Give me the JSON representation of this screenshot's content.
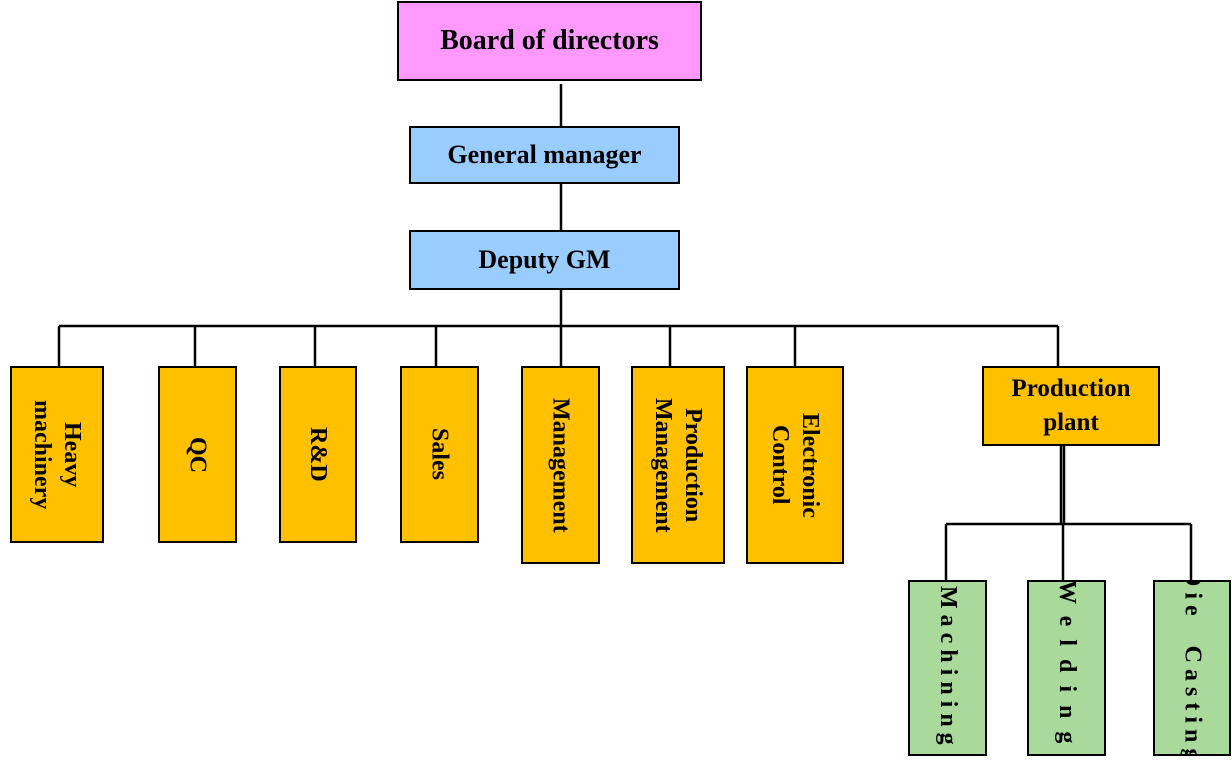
{
  "colors": {
    "board": "#ff99ff",
    "managers": "#99ccff",
    "departments": "#ffc000",
    "workshops": "#a9d99b",
    "lines": "#000000"
  },
  "org": {
    "board": "Board of directors",
    "general_manager": "General manager",
    "deputy_gm": "Deputy GM",
    "departments": [
      "Heavy\nmachinery",
      "QC",
      "R&D",
      "Sales",
      "Management",
      "Production\nManagement",
      "Electronic\nControl"
    ],
    "production_plant": "Production plant",
    "workshops": [
      "Machining",
      "Welding",
      "Die  Casting"
    ]
  }
}
